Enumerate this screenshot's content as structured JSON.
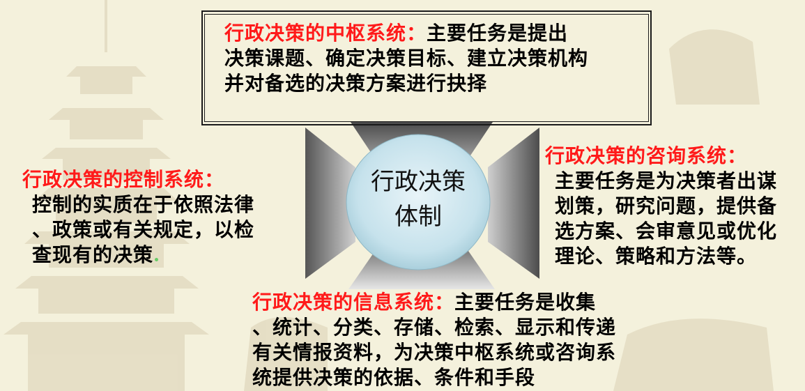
{
  "slide": {
    "background": "#f4f1dc"
  },
  "center": {
    "line1": "行政决策",
    "line2": "体制",
    "fill": "#cfe7ef"
  },
  "top": {
    "heading": "行政决策的中枢系统：",
    "lines": [
      "主要任务是提出",
      "决策课题、确定决策目标、建立决策机构",
      "并对备选的决策方案进行抉择"
    ]
  },
  "left": {
    "heading": "行政决策的控制系统：",
    "lines": [
      "控制的实质在于依照法律",
      "、政策或有关规定，以检",
      "查现有的决策"
    ]
  },
  "right": {
    "heading": "行政决策的咨询系统：",
    "lines": [
      "主要任务是为决策者出谋",
      "划策，研究问题，提供备",
      "选方案、会审意见或优化",
      "理论、策略和方法等。"
    ]
  },
  "bottom": {
    "heading": "行政决策的信息系统：",
    "lines": [
      "主要任务是收集",
      "、统计、分类、存储、检索、显示和传递",
      "有关情报资料，为决策中枢系统或咨询系",
      "统提供决策的依据、条件和手段"
    ]
  },
  "colors": {
    "heading": "#ff1a1a",
    "text": "#000000",
    "trapezoid_dark": "#555555",
    "trapezoid_light": "#d8d8d8"
  }
}
